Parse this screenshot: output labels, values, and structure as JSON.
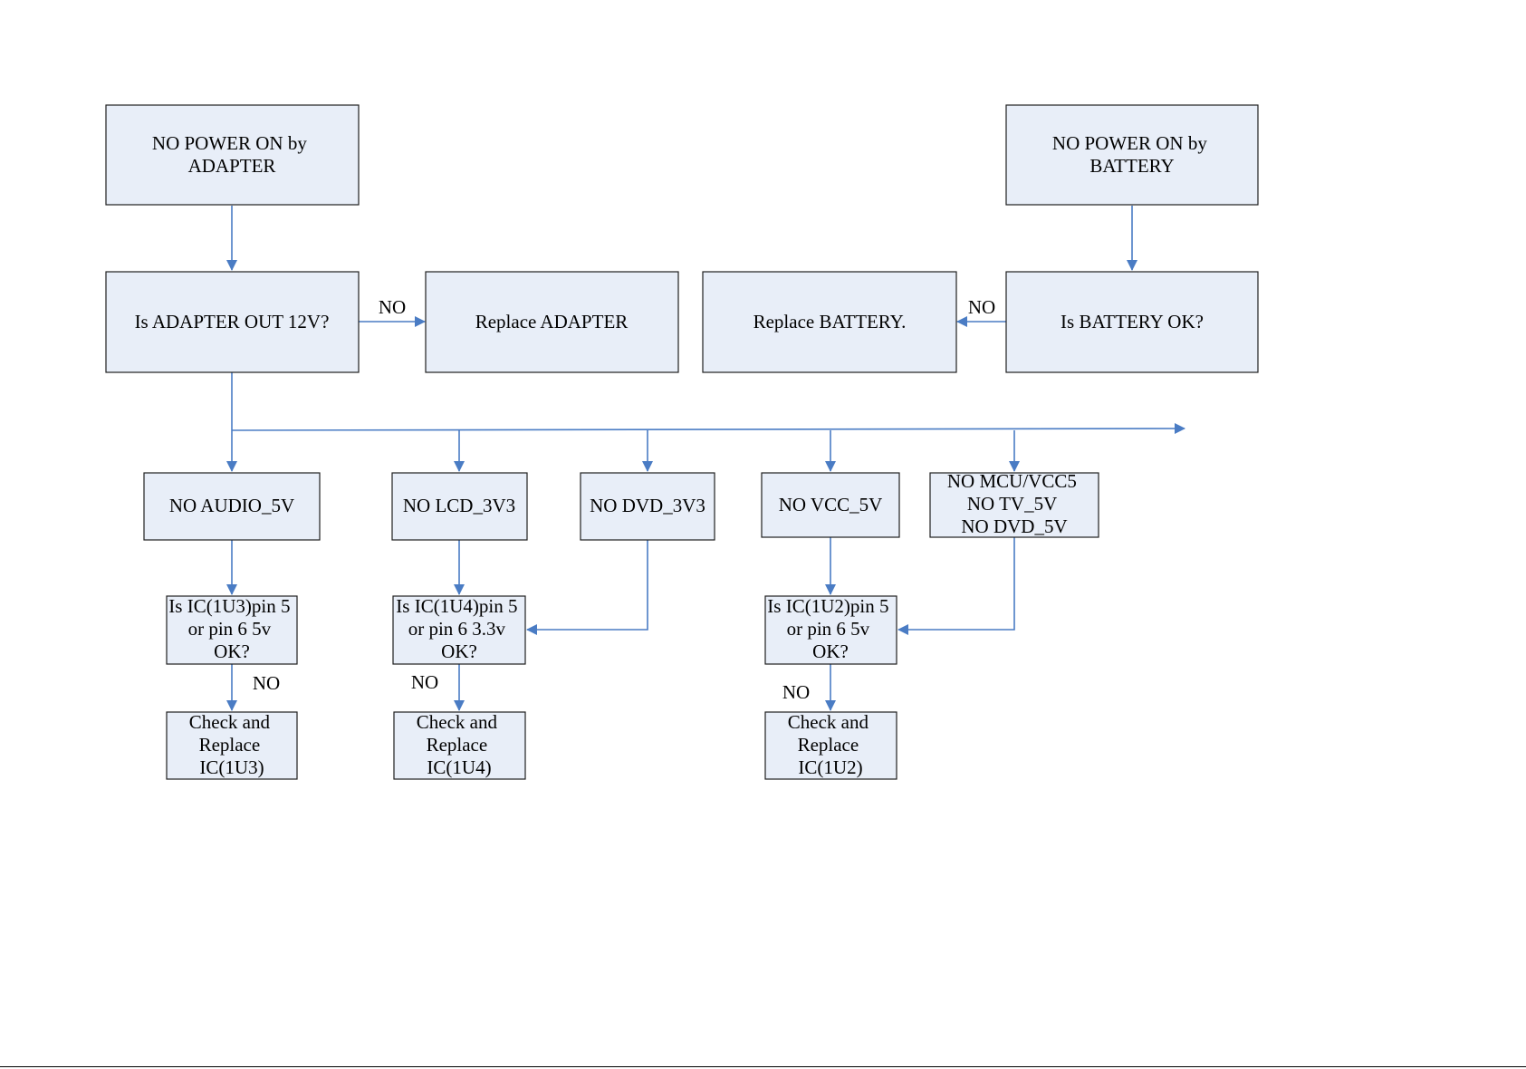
{
  "colors": {
    "box_fill": "#e8eef8",
    "box_stroke": "#1f1f1f",
    "connector": "#4a7cc4"
  },
  "nodes": {
    "adapter_start": [
      "NO POWER ON by",
      "ADAPTER"
    ],
    "battery_start": [
      "NO POWER ON by",
      "BATTERY"
    ],
    "adapter_check": [
      "Is ADAPTER OUT  12V?"
    ],
    "replace_adapter": [
      "Replace ADAPTER"
    ],
    "replace_battery": [
      "Replace  BATTERY."
    ],
    "battery_check": [
      "Is  BATTERY OK?"
    ],
    "no_audio": [
      "NO AUDIO_5V"
    ],
    "no_lcd": [
      "NO LCD_3V3"
    ],
    "no_dvd3v3": [
      "NO DVD_3V3"
    ],
    "no_vcc": [
      "NO VCC_5V"
    ],
    "no_mcu": [
      "NO MCU/VCC5",
      "NO TV_5V",
      "NO DVD_5V"
    ],
    "ic_1u3_check": [
      "Is IC(1U3)pin 5",
      "or pin 6 5v",
      "OK?"
    ],
    "ic_1u4_check": [
      "Is IC(1U4)pin 5",
      "or pin 6 3.3v",
      "OK?"
    ],
    "ic_1u2_check": [
      "Is IC(1U2)pin 5",
      "or pin 6 5v",
      "OK?"
    ],
    "replace_1u3": [
      "Check and",
      "Replace",
      "IC(1U3)"
    ],
    "replace_1u4": [
      "Check and",
      "Replace",
      "IC(1U4)"
    ],
    "replace_1u2": [
      "Check and",
      "Replace",
      "IC(1U2)"
    ]
  },
  "edge_labels": {
    "adapter_no": "NO",
    "battery_no": "NO",
    "ic_1u3_no": "NO",
    "ic_1u4_no": "NO",
    "ic_1u2_no": "NO"
  }
}
